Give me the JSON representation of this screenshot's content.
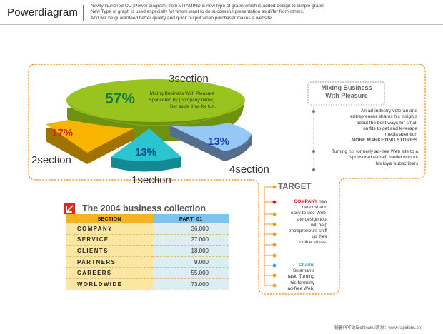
{
  "header": {
    "brand": "Powerdiagram",
    "description": [
      "Newly launched OD [Power diagram] from VITAMIND is new type of graph which is added design to simple graph.",
      "New Type of graph is used especially for whom want to do successful presentation as differ from others.",
      "And will be guaranteed better quality and quick output when purchaser makes a website."
    ]
  },
  "pie": {
    "slices": [
      {
        "name": "3section",
        "percent_label": "57%",
        "value": 57,
        "color": "#97c41d",
        "caption": [
          "Mixing Business With Pleasure",
          "Sponsored by (company name)",
          "Set aside time for fun."
        ]
      },
      {
        "name": "2section",
        "percent_label": "17%",
        "value": 17,
        "color": "#f7b200"
      },
      {
        "name": "1section",
        "percent_label": "13%",
        "value": 13,
        "color": "#2cc4cf"
      },
      {
        "name": "4section",
        "percent_label": "13%",
        "value": 13,
        "color": "#8fc8f5"
      }
    ]
  },
  "info_box": {
    "title": [
      "Mixing Business",
      "With Pleasure"
    ],
    "note1": [
      "An ad-industry veteran and",
      "entrepreneur shares his insights",
      "about the best ways for small",
      "outfits to get and leverage",
      "media attention"
    ],
    "note1_emph": "MORE MARKETING STORIES",
    "note2": [
      "Turning his formerly ad-free Web site to a",
      "\"sponsored e-mail\" model without",
      "his loyal subscribers"
    ]
  },
  "target": {
    "title": "TARGET",
    "note1_hl": "COMPANY",
    "note1_first": " new",
    "note1": [
      "low-cost and",
      "easy-to-use Web-",
      "site design tool",
      "will help",
      "entrepreneurs sniff",
      "up their",
      "online stores."
    ],
    "note2_hl": "Charlie",
    "note2": [
      "Sulaman's",
      "task: Turning",
      "his formerly",
      "ad-free Web."
    ]
  },
  "table": {
    "title": "The 2004 business collection",
    "headers": [
      "SECTION",
      "PART_01"
    ],
    "rows": [
      [
        "COMPANY",
        "36.000"
      ],
      [
        "SERVICE",
        "27.000"
      ],
      [
        "CLIENTS",
        "18.000"
      ],
      [
        "PARTNERS",
        "9.000"
      ],
      [
        "CAREERS",
        "55.000"
      ],
      [
        "WORLDWIDE",
        "73.000"
      ]
    ]
  },
  "footer": "锐普PPT论坛chinakui首发：www.rapidbbs.cn"
}
